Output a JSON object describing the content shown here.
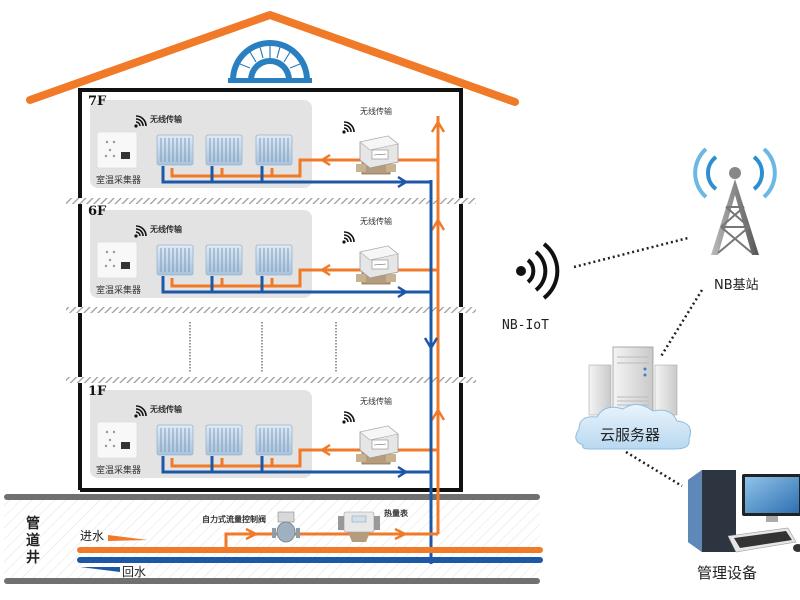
{
  "title": "NB-IoT 供热分户计量系统示意图",
  "colors": {
    "supply_pipe": "#f07a28",
    "return_pipe": "#1d57a6",
    "roof": "#f07a28",
    "window": "#2a7fc1",
    "room_bg": "#e3e3e3",
    "slab": "#9a9a9a",
    "ground": "#707070",
    "wall": "#111111",
    "signal_blue": "#2e8fd0"
  },
  "floors": [
    {
      "label": "7F",
      "collector_label": "室温采集器",
      "wireless_label_room": "无线传输",
      "wireless_label_valve": "无线传输"
    },
    {
      "label": "6F",
      "collector_label": "室温采集器",
      "wireless_label_room": "无线传输",
      "wireless_label_valve": "无线传输"
    },
    {
      "label": "1F",
      "collector_label": "室温采集器",
      "wireless_label_room": "无线传输",
      "wireless_label_valve": "无线传输"
    }
  ],
  "pipe_well": {
    "label": "管道井",
    "label_chars": [
      "管",
      "道",
      "井"
    ],
    "supply_label": "进水",
    "return_label": "回水",
    "valve_label": "自力式流量控制阀",
    "heat_meter_label": "热量表"
  },
  "network": {
    "nbiot_label": "NB-IoT",
    "base_station_label": "NB基站",
    "cloud_label": "云服务器",
    "management_label": "管理设备"
  }
}
